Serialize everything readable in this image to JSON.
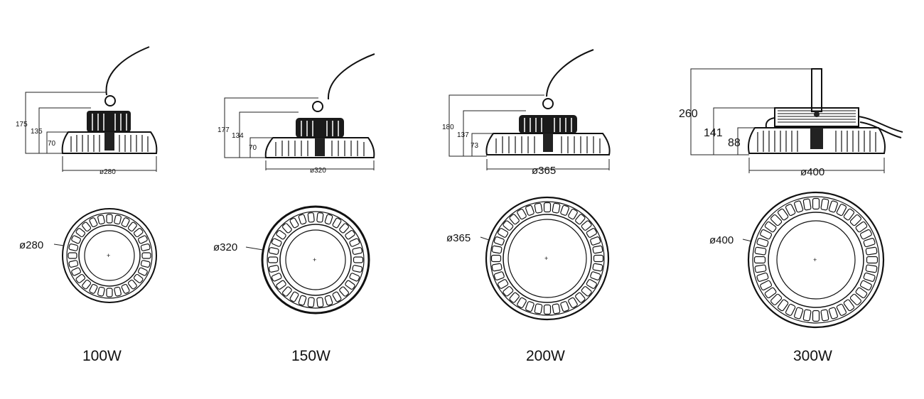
{
  "models": [
    {
      "watt_label": "100W",
      "side_dims": [
        "175",
        "135",
        "70"
      ],
      "width_label": "ø280",
      "diameter_label": "ø280",
      "has_hook": true,
      "cable_direction": "up-right"
    },
    {
      "watt_label": "150W",
      "side_dims": [
        "177",
        "134",
        "70"
      ],
      "width_label": "ø320",
      "diameter_label": "ø320",
      "has_hook": true,
      "cable_direction": "up-right"
    },
    {
      "watt_label": "200W",
      "side_dims": [
        "180",
        "137",
        "73"
      ],
      "width_label": "ø365",
      "diameter_label": "ø365",
      "has_hook": true,
      "cable_direction": "up-right"
    },
    {
      "watt_label": "300W",
      "side_dims": [
        "260",
        "141",
        "88"
      ],
      "width_label": "ø400",
      "diameter_label": "ø400",
      "has_hook": false,
      "cable_direction": "right"
    }
  ]
}
